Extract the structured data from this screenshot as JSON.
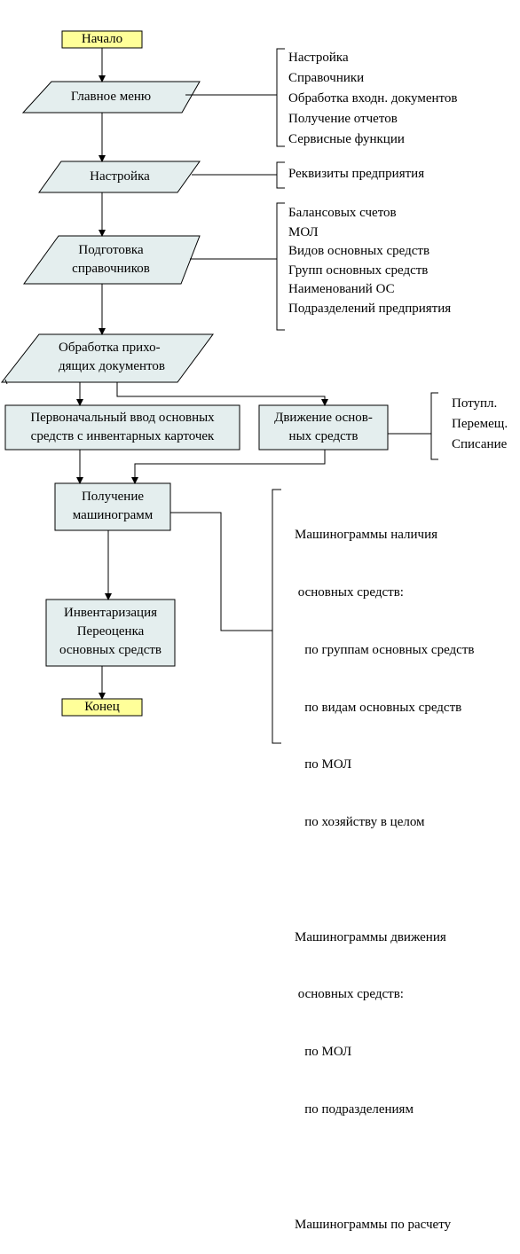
{
  "flowchart": {
    "start": "Начало",
    "main_menu": "Главное меню",
    "setup": "Настройка",
    "prep": [
      "Подготовка",
      "справочников"
    ],
    "incoming": [
      "Обработка прихо-",
      "дящих документов"
    ],
    "initial_input": [
      "Первоначальный ввод основных",
      "средств с инвентарных карточек"
    ],
    "movement": [
      "Движение основ-",
      "ных средств"
    ],
    "reports": [
      "Получение",
      "машинограмм"
    ],
    "inventory": [
      "Инвентаризация",
      "Переоценка",
      "основных средств"
    ],
    "end": "Конец"
  },
  "annotations": {
    "main_menu_items": [
      "Настройка",
      "Справочники",
      "Обработка входн. документов",
      "Получение отчетов",
      "Сервисные функции"
    ],
    "setup_items": [
      "Реквизиты предприятия"
    ],
    "prep_items": [
      "Балансовых счетов",
      "МОЛ",
      "Видов основных средств",
      "Групп основных средств",
      "Наименований ОС",
      "Подразделений предприятия"
    ],
    "movement_items": [
      "Потупл.",
      "Перемещ.",
      "Списание"
    ],
    "report_items": [
      "Машинограммы наличия",
      " основных средств:",
      "   по группам основных средств",
      "   по видам основных средств",
      "   по МОЛ",
      "   по хозяйству в целом",
      "",
      "Машинограммы движения",
      " основных средств:",
      "   по МОЛ",
      "   по подразделениям",
      "",
      "Машинограммы по расчету"
    ]
  },
  "colors": {
    "terminal_fill": "#ffff99",
    "block_fill": "#e4eeee",
    "line": "#000000"
  }
}
